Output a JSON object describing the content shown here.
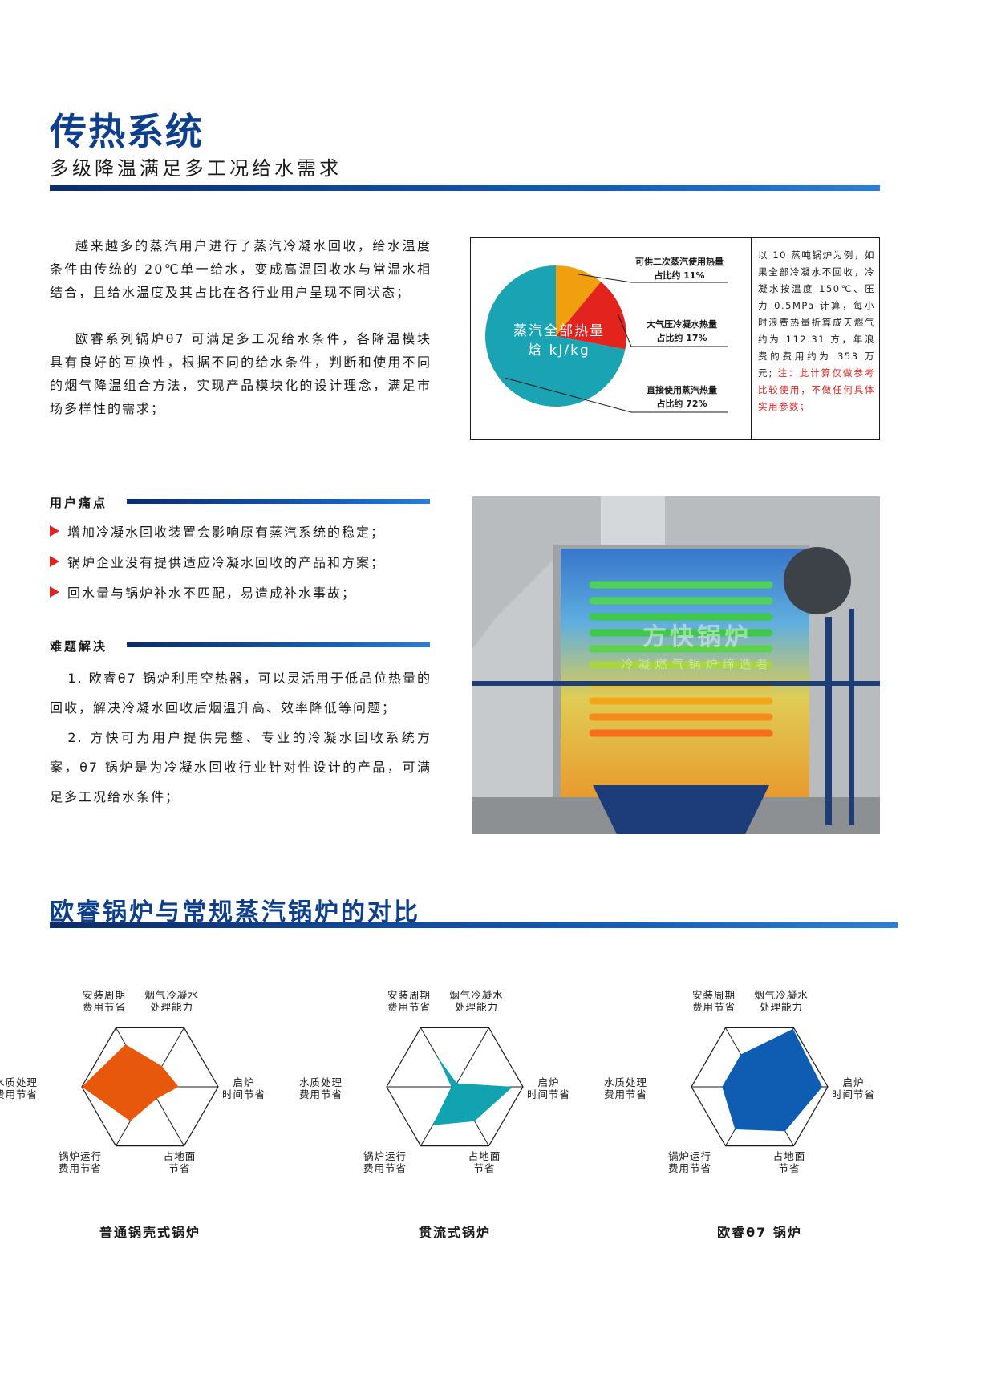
{
  "header": {
    "title": "传热系统",
    "subtitle": "多级降温满足多工况给水需求"
  },
  "intro": {
    "paragraph1": "越来越多的蒸汽用户进行了蒸汽冷凝水回收，给水温度条件由传统的 20℃单一给水，变成高温回收水与常温水相结合，且给水温度及其占比在各行业用户呈现不同状态；",
    "paragraph2": "欧睿系列锅炉θ7 可满足多工况给水条件，各降温模块具有良好的互换性，根据不同的给水条件，判断和使用不同的烟气降温组合方法，实现产品模块化的设计理念，满足市场多样性的需求；"
  },
  "pie": {
    "center_line1": "蒸汽全部热量",
    "center_line2": "焓 kJ/kg",
    "labels": [
      {
        "line1": "可供二次蒸汽使用热量",
        "line2": "占比约 11%"
      },
      {
        "line1": "大气压冷凝水热量",
        "line2": "占比约 17%"
      },
      {
        "line1": "直接使用蒸汽热量",
        "line2": "占比约 72%"
      }
    ],
    "colors": [
      "#f0a00e",
      "#e3231e",
      "#1aa3b3"
    ]
  },
  "chart_data": {
    "type": "pie",
    "categories": [
      "可供二次蒸汽使用热量",
      "大气压冷凝水热量",
      "直接使用蒸汽热量"
    ],
    "values": [
      11,
      17,
      72
    ],
    "unit": "%"
  },
  "note": {
    "text": "以 10 蒸吨锅炉为例，如果全部冷凝水不回收，冷凝水按温度 150℃、压力 0.5MPa 计算，每小时浪费热量折算成天燃气约为 112.31 方，年浪费的费用约为 353 万元;",
    "warning": "注：此计算仅做参考比较使用，不做任何具体实用参数；"
  },
  "pain_points": {
    "heading": "用户痛点",
    "items": [
      "增加冷凝水回收装置会影响原有蒸汽系统的稳定；",
      "锅炉企业没有提供适应冷凝水回收的产品和方案；",
      "回水量与锅炉补水不匹配，易造成补水事故；"
    ]
  },
  "solutions": {
    "heading": "难题解决",
    "items": [
      "1. 欧睿θ7 锅炉利用空热器，可以灵活用于低品位热量的回收，解决冷凝水回收后烟温升高、效率降低等问题；",
      "2. 方快可为用户提供完整、专业的冷凝水回收系统方案，θ7 锅炉是为冷凝水回收行业针对性设计的产品，可满足多工况给水条件；"
    ]
  },
  "photo": {
    "watermark_line1": "方快锅炉",
    "watermark_line2": "冷凝燃气锅炉缔造者"
  },
  "comparison": {
    "title": "欧睿锅炉与常规蒸汽锅炉的对比",
    "axes": [
      {
        "line1": "安装周期",
        "line2": "费用节省"
      },
      {
        "line1": "烟气冷凝水",
        "line2": "处理能力"
      },
      {
        "line1": "启炉",
        "line2": "时间节省"
      },
      {
        "line1": "占地面",
        "line2": "节省"
      },
      {
        "line1": "锅炉运行",
        "line2": "费用节省"
      },
      {
        "line1": "水质处理",
        "line2": "费用节省"
      }
    ],
    "charts": [
      {
        "caption": "普通锅壳式锅炉",
        "color": "#e8580c",
        "values": [
          0.72,
          0.35,
          0.42,
          0.2,
          0.58,
          1.0
        ]
      },
      {
        "caption": "贯流式锅炉",
        "color": "#11a3b0",
        "values": [
          0.52,
          0.06,
          0.85,
          0.58,
          0.65,
          0.05
        ]
      },
      {
        "caption": "欧睿θ7 锅炉",
        "color": "#0f5db3",
        "values": [
          0.55,
          0.98,
          0.92,
          0.75,
          0.72,
          0.55
        ]
      }
    ]
  }
}
